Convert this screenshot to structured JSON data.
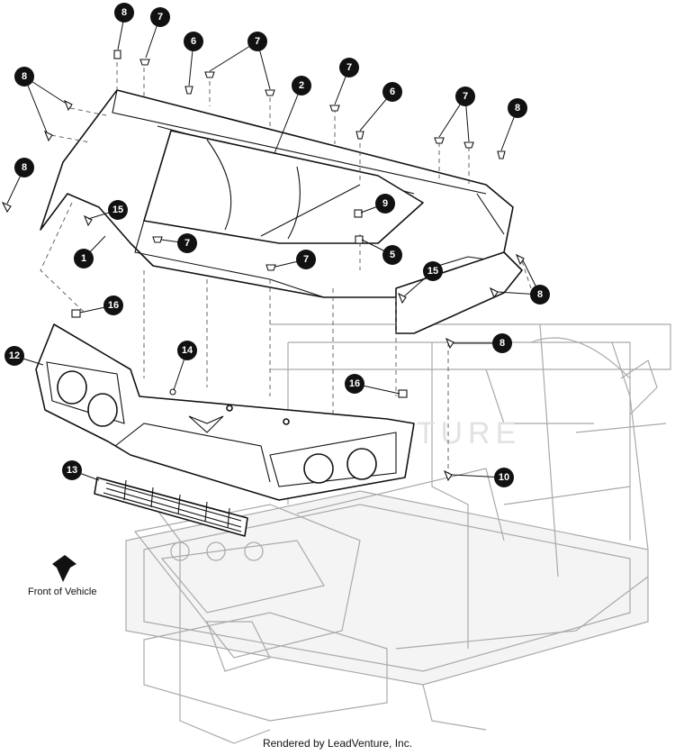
{
  "callouts": [
    {
      "id": "c8a",
      "label": "8"
    },
    {
      "id": "c7a",
      "label": "7"
    },
    {
      "id": "c6a",
      "label": "6"
    },
    {
      "id": "c7b",
      "label": "7"
    },
    {
      "id": "c2",
      "label": "2"
    },
    {
      "id": "c7c",
      "label": "7"
    },
    {
      "id": "c6b",
      "label": "6"
    },
    {
      "id": "c7d",
      "label": "7"
    },
    {
      "id": "c8b",
      "label": "8"
    },
    {
      "id": "c8c",
      "label": "8"
    },
    {
      "id": "c8d",
      "label": "8"
    },
    {
      "id": "c15a",
      "label": "15"
    },
    {
      "id": "c9",
      "label": "9"
    },
    {
      "id": "c7e",
      "label": "7"
    },
    {
      "id": "c1",
      "label": "1"
    },
    {
      "id": "c7f",
      "label": "7"
    },
    {
      "id": "c5",
      "label": "5"
    },
    {
      "id": "c15b",
      "label": "15"
    },
    {
      "id": "c8e",
      "label": "8"
    },
    {
      "id": "c16a",
      "label": "16"
    },
    {
      "id": "c8f",
      "label": "8"
    },
    {
      "id": "c12",
      "label": "12"
    },
    {
      "id": "c14",
      "label": "14"
    },
    {
      "id": "c16b",
      "label": "16"
    },
    {
      "id": "c10",
      "label": "10"
    },
    {
      "id": "c13",
      "label": "13"
    }
  ],
  "front_label": "Front of Vehicle",
  "watermark": "LEADVENTURE",
  "footer": "Rendered by LeadVenture, Inc."
}
